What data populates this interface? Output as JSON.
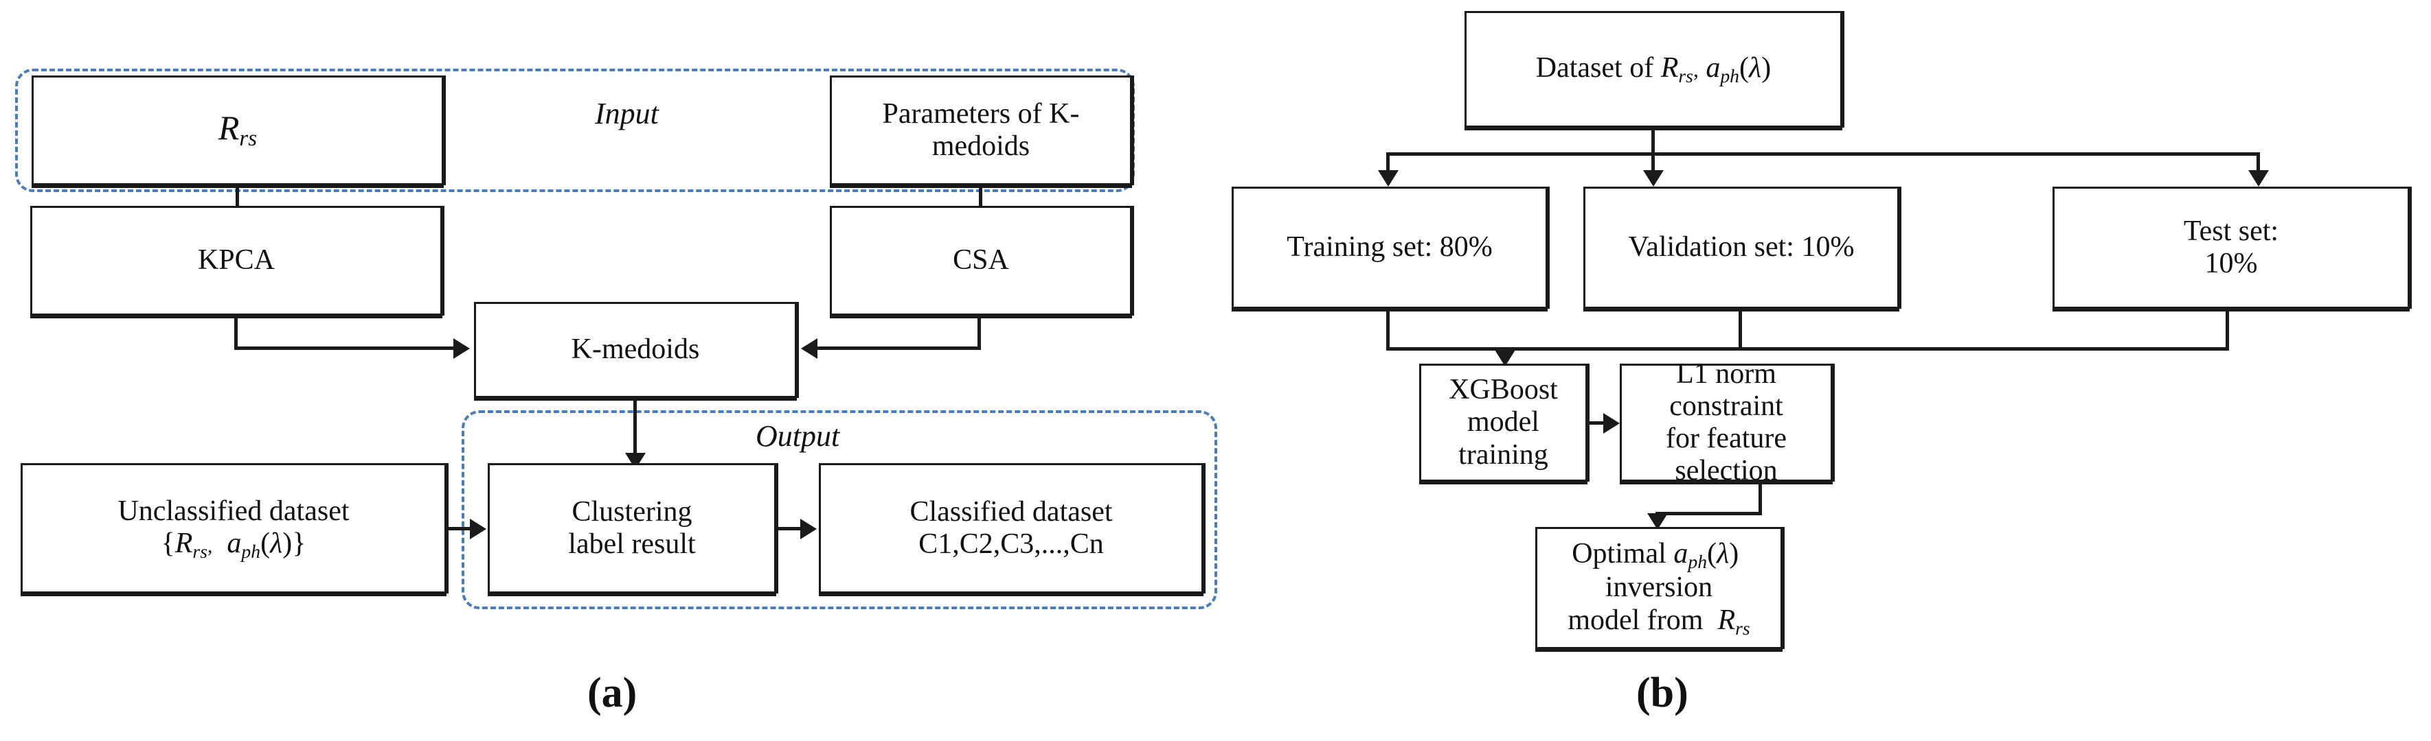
{
  "figure": {
    "panels": [
      {
        "id": "a",
        "label": "(a)"
      },
      {
        "id": "b",
        "label": "(b)"
      }
    ]
  },
  "panel_a": {
    "label": "(a)",
    "groups": {
      "input_caption": "Input",
      "output_caption": "Output"
    },
    "nodes": {
      "rrs": "R rs",
      "rrs_base": "R",
      "rrs_sub": "rs",
      "params_kmedoids": "Parameters of K-medoids",
      "kpca": "KPCA",
      "csa": "CSA",
      "kmedoids": "K-medoids",
      "unclassified_line1": "Unclassified dataset",
      "unclassified_line2": "{R rs ,  a ph (λ)}",
      "clustering_line1": "Clustering",
      "clustering_line2": "label result",
      "classified_line1": "Classified dataset",
      "classified_line2": "C1,C2,C3,...,Cn"
    }
  },
  "panel_b": {
    "label": "(b)",
    "nodes": {
      "dataset": "Dataset of R rs , a ph (λ)",
      "training_set": "Training set: 80%",
      "validation_set": "Validation set: 10%",
      "test_set_line1": "Test set:",
      "test_set_line2": "10%",
      "xgboost_line1": "XGBoost model",
      "xgboost_line2": "training",
      "l1norm_line1": "L1 norm constraint",
      "l1norm_line2": "for feature selection",
      "optimal_line1": "Optimal a ph (λ)  inversion",
      "optimal_line2": "model from  R rs"
    }
  },
  "colors": {
    "stroke": "#1a1a1a",
    "dashed_group": "#4a7ebb",
    "background": "#ffffff"
  }
}
